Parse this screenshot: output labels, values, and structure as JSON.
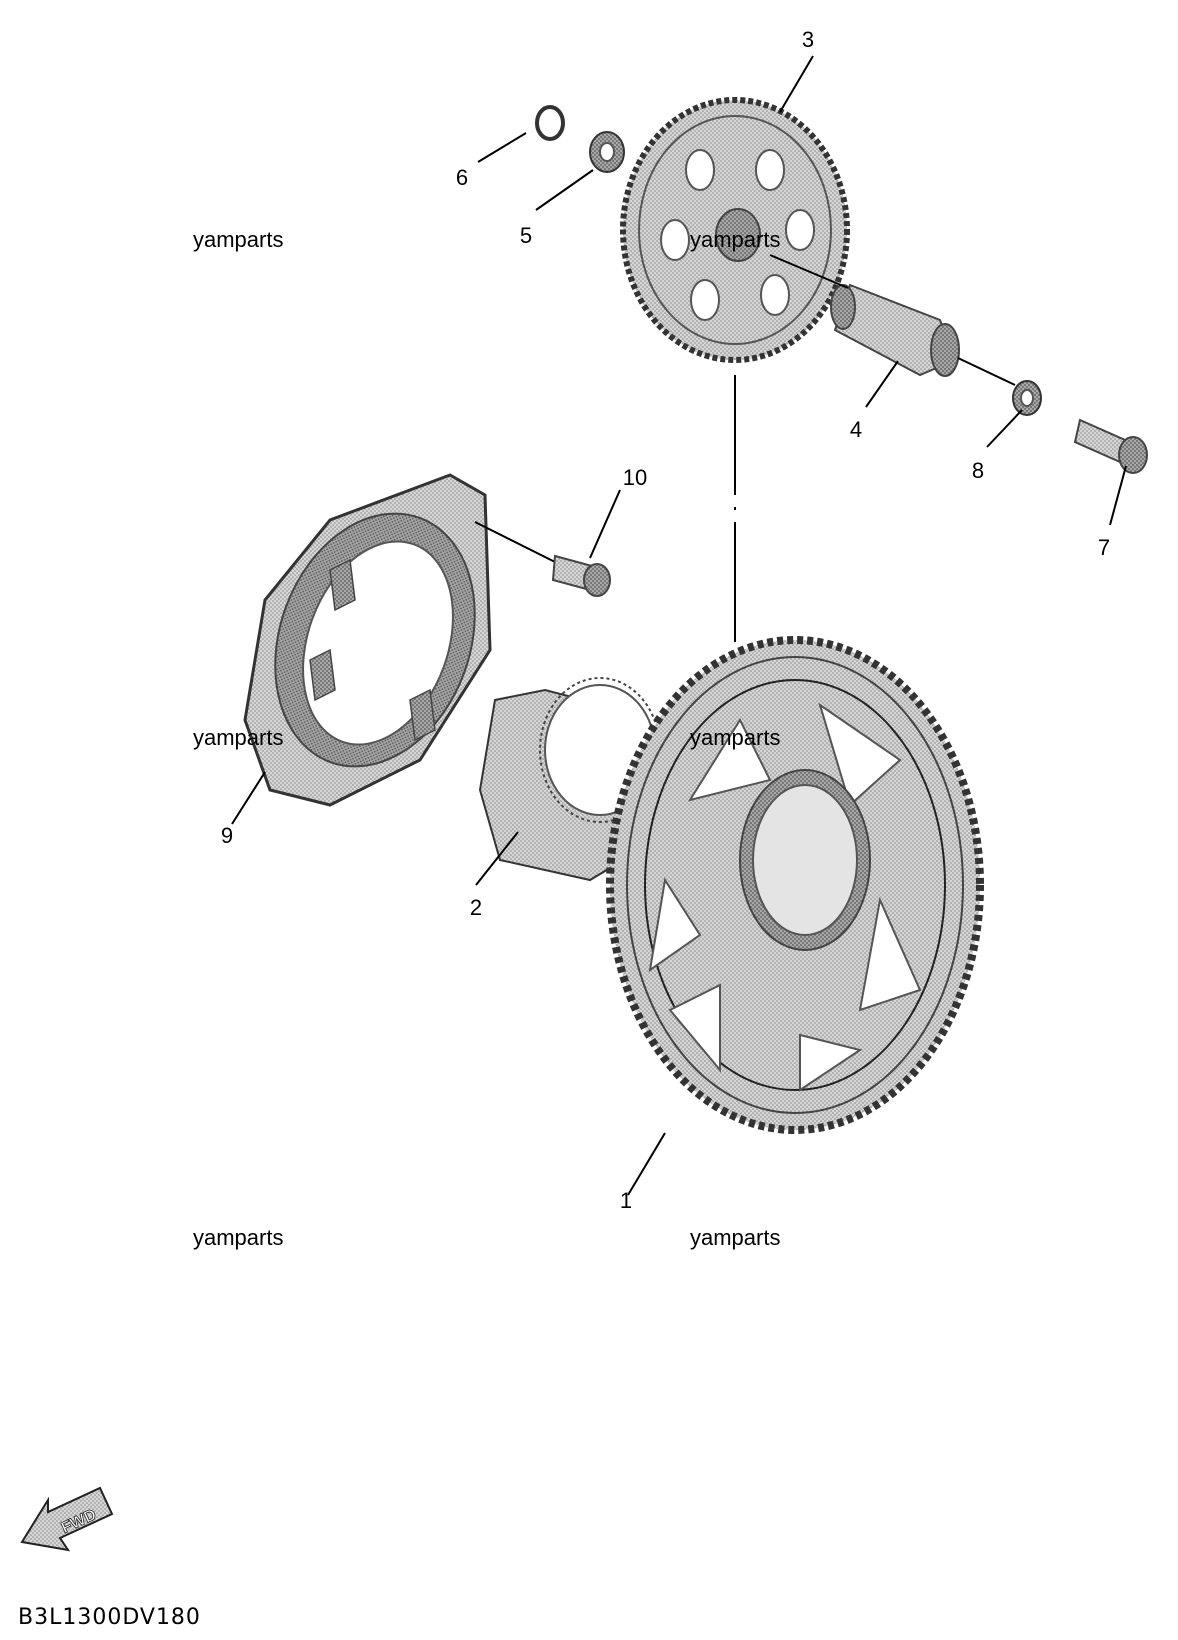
{
  "watermark": "yamparts",
  "diagram_code": "B3L1300DV180",
  "fwd_label": "FWD",
  "callouts": {
    "c1": "1",
    "c2": "2",
    "c3": "3",
    "c4": "4",
    "c5": "5",
    "c6": "6",
    "c7": "7",
    "c8": "8",
    "c9": "9",
    "c10": "10"
  },
  "colors": {
    "part_fill": "#c8c8c8",
    "line": "#000000"
  }
}
